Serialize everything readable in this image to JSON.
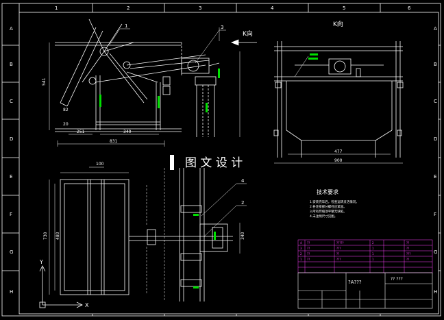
{
  "colors": {
    "background": "#000000",
    "line": "#ffffff",
    "dim": "#00e000",
    "accent": "#ff2020",
    "dash": "#ffdd00",
    "table": "#ff40ff"
  },
  "frame": {
    "columns": [
      "1",
      "2",
      "3",
      "4",
      "5",
      "6"
    ],
    "rows": [
      "A",
      "B",
      "C",
      "D",
      "E",
      "F",
      "G",
      "H"
    ]
  },
  "watermark": "图 文 设 计",
  "views": {
    "side_label": "K向",
    "front_label": "K向",
    "callouts": [
      "1",
      "3",
      "4",
      "2"
    ],
    "dims_side": [
      "251",
      "340",
      "831",
      "541",
      "82",
      "20"
    ],
    "dims_front": [
      "477",
      "900"
    ],
    "dims_plan": [
      "100",
      "730",
      "480",
      "340"
    ]
  },
  "notes": {
    "title": "技术要求",
    "lines": [
      "1.安装完毕后，检查运转灵活情况。",
      "2.各连接部分螺栓应紧固。",
      "3.所有焊缝须平整无缺陷。",
      "4.未注明尺寸见图。"
    ]
  },
  "title_block": {
    "name": "?? ???",
    "drawing": "?A???",
    "parts": [
      {
        "no": "4",
        "name": "??",
        "spec": "?????",
        "qty": "2",
        "note": "??"
      },
      {
        "no": "3",
        "name": "??",
        "spec": "???",
        "qty": "1",
        "note": "??"
      },
      {
        "no": "2",
        "name": "??",
        "spec": "??",
        "qty": "1",
        "note": "???"
      },
      {
        "no": "1",
        "name": "??",
        "spec": "???",
        "qty": "1",
        "note": "??"
      }
    ]
  },
  "axis": {
    "x": "X",
    "y": "Y"
  }
}
